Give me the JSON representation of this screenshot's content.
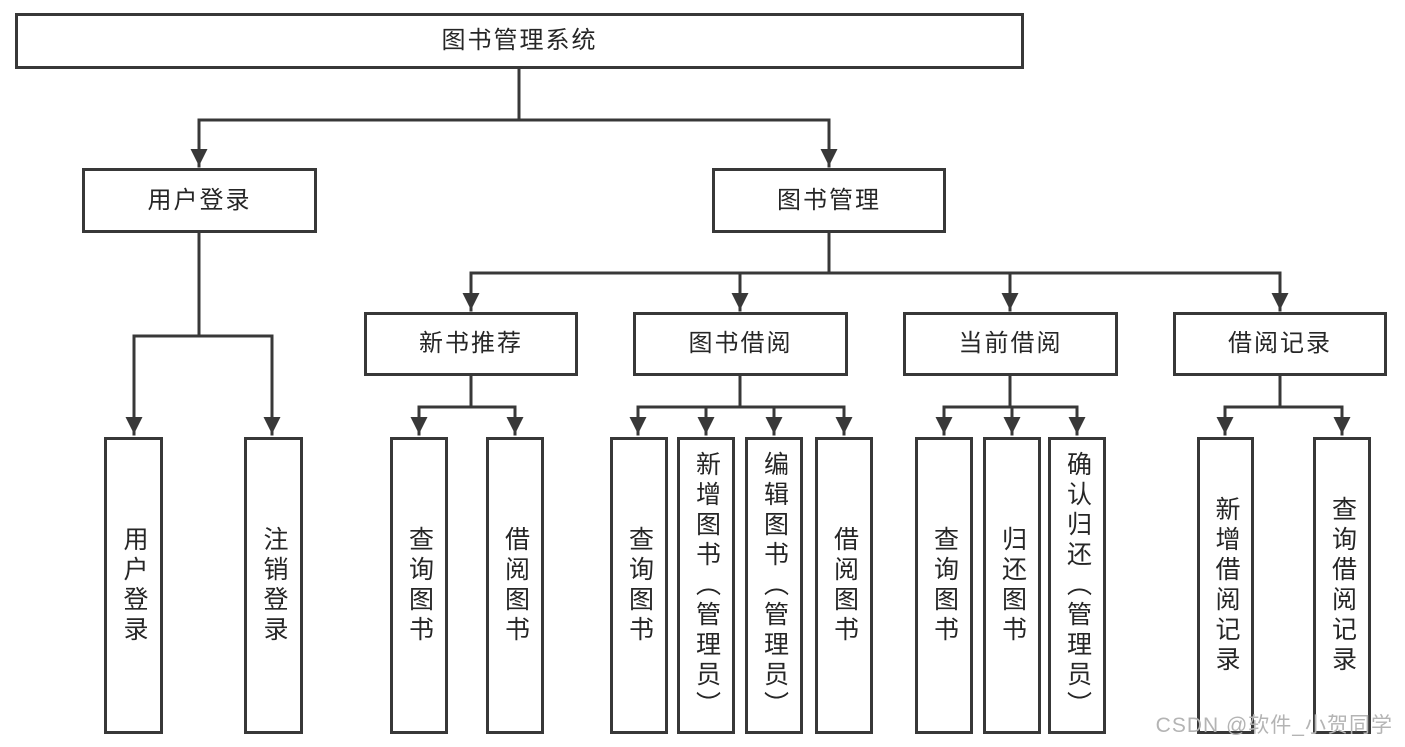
{
  "diagram_type": "hierarchy-tree",
  "tree": {
    "label": "图书管理系统",
    "children": [
      {
        "label": "用户登录",
        "children": [
          {
            "label": "用户登录"
          },
          {
            "label": "注销登录"
          }
        ]
      },
      {
        "label": "图书管理",
        "children": [
          {
            "label": "新书推荐",
            "children": [
              {
                "label": "查询图书"
              },
              {
                "label": "借阅图书"
              }
            ]
          },
          {
            "label": "图书借阅",
            "children": [
              {
                "label": "查询图书"
              },
              {
                "label": "新增图书（管理员）"
              },
              {
                "label": "编辑图书（管理员）"
              },
              {
                "label": "借阅图书"
              }
            ]
          },
          {
            "label": "当前借阅",
            "children": [
              {
                "label": "查询图书"
              },
              {
                "label": "归还图书"
              },
              {
                "label": "确认归还（管理员）"
              }
            ]
          },
          {
            "label": "借阅记录",
            "children": [
              {
                "label": "新增借阅记录"
              },
              {
                "label": "查询借阅记录"
              }
            ]
          }
        ]
      }
    ]
  },
  "watermark": {
    "text": "CSDN @软件_小贺同学",
    "color": "#b4b4b4"
  },
  "colors": {
    "line": "#383838",
    "box_border": "#383838",
    "text": "#262626",
    "background": "#ffffff"
  }
}
